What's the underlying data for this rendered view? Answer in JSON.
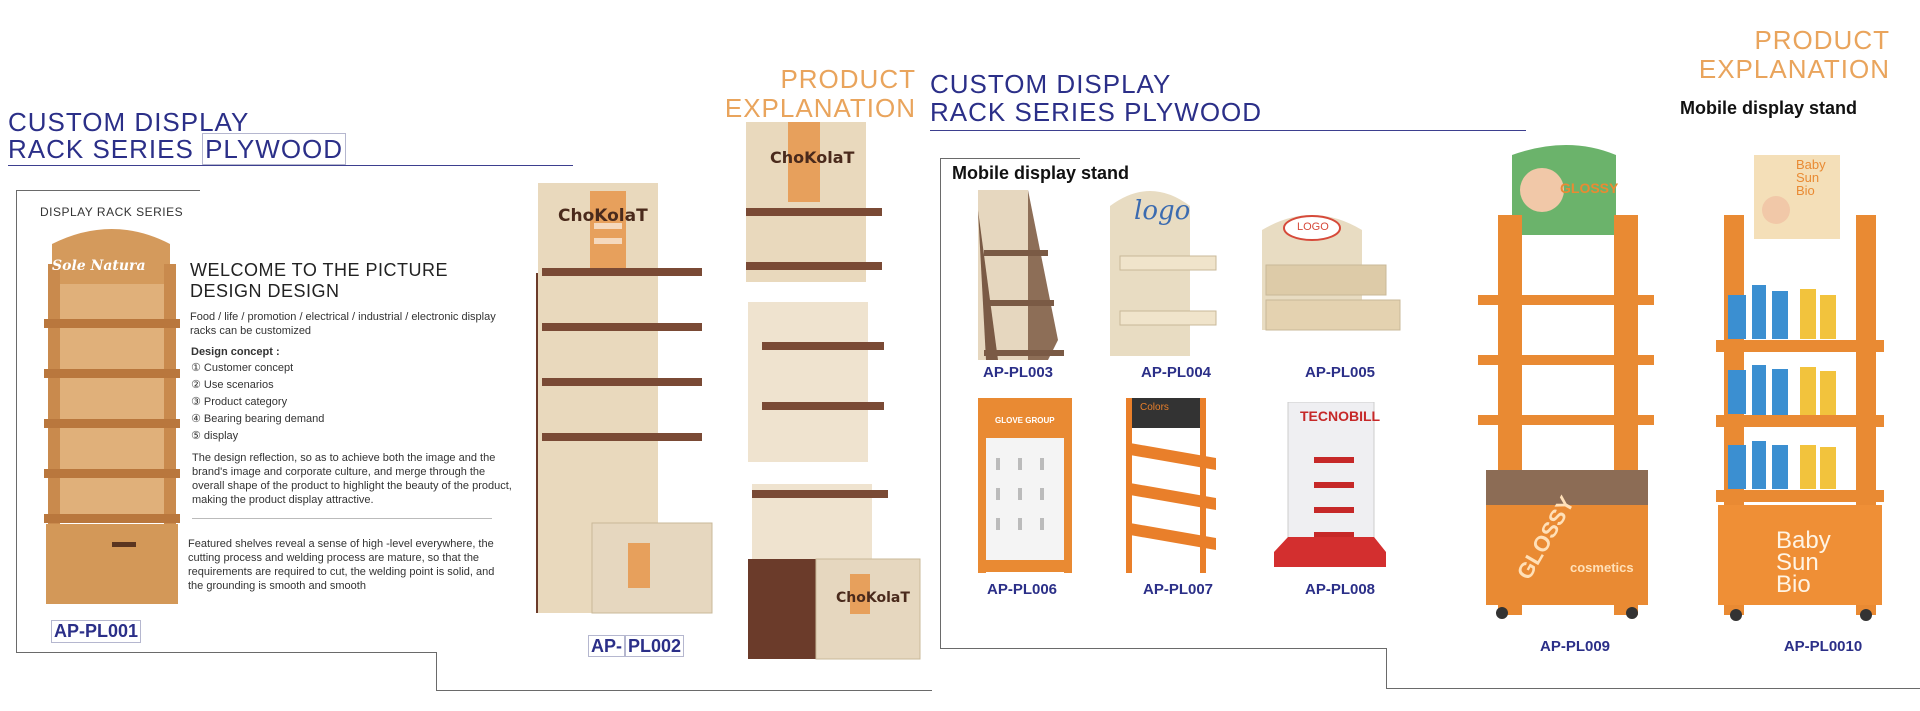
{
  "left_header": {
    "line1": "CUSTOM DISPLAY",
    "line2_prefix": "RACK SERIES",
    "line2_material": "PLYWOOD"
  },
  "left_panel": {
    "series_label": "DISPLAY RACK SERIES",
    "logo_text": "Sole Natura",
    "welcome_line1": "WELCOME TO THE PICTURE",
    "welcome_line2": "DESIGN DESIGN",
    "intro": "Food / life / promotion / electrical / industrial / electronic display racks can be customized",
    "design_concept_title": "Design concept :",
    "concepts": [
      "① Customer concept",
      "② Use scenarios",
      "③ Product category",
      "④ Bearing bearing demand",
      "⑤ display"
    ],
    "paragraph1": "The design reflection, so as to achieve both the image and the brand's image and corporate culture, and merge through the overall shape of the product to highlight the beauty of the product, making the product display attractive.",
    "paragraph2": "Featured shelves reveal a sense of high -level everywhere, the cutting process and welding process are mature, so that the requirements are required to cut, the welding point is solid, and the grounding is smooth and smooth",
    "code": "AP-PL001"
  },
  "middle": {
    "product_explanation_1": "PRODUCT",
    "product_explanation_2": "EXPLANATION",
    "brand": "ChoKolaT",
    "code_a": "AP-",
    "code_b": "PL002"
  },
  "right_header": {
    "line1": "CUSTOM DISPLAY",
    "line2_prefix": "RACK SERIES",
    "line2_material": "PLYWOOD",
    "product_explanation_1": "PRODUCT",
    "product_explanation_2": "EXPLANATION"
  },
  "grid_panel": {
    "title": "Mobile display stand",
    "items": [
      {
        "code": "AP-PL003"
      },
      {
        "code": "AP-PL004",
        "label": "logo"
      },
      {
        "code": "AP-PL005",
        "label": "LOGO"
      },
      {
        "code": "AP-PL006",
        "label": "GLOVE GROUP"
      },
      {
        "code": "AP-PL007",
        "label": "Colors"
      },
      {
        "code": "AP-PL008",
        "label": "TECNOBILL"
      }
    ]
  },
  "large_panel": {
    "title": "Mobile display stand",
    "item1": {
      "code": "AP-PL009",
      "label1": "GLOSSY",
      "label2": "cosmetics"
    },
    "item2": {
      "code": "AP-PL0010",
      "label1": "Baby",
      "label2": "Sun",
      "label3": "Bio"
    }
  }
}
